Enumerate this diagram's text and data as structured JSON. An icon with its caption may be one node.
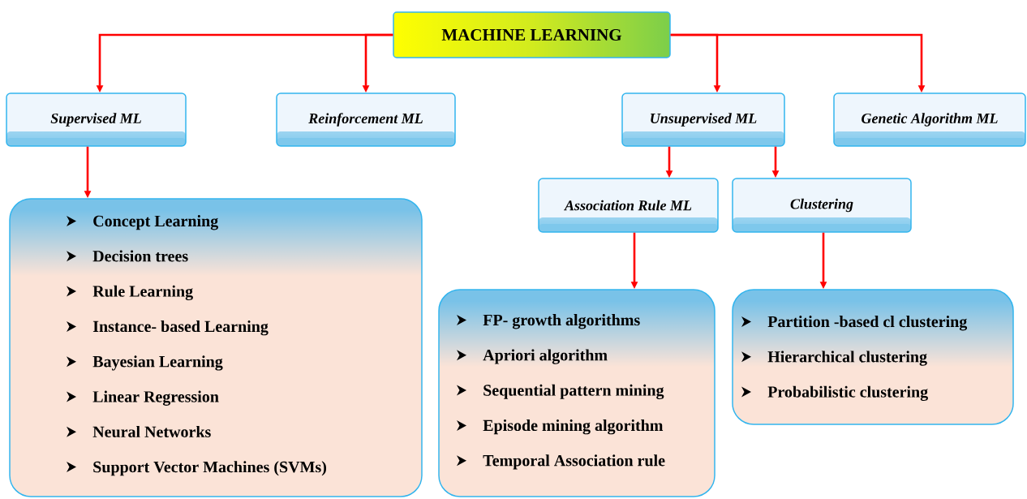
{
  "diagram": {
    "nodes": [
      {
        "text": [
          "MACHINE LEARNING"
        ]
      },
      {
        "text": [
          "Supervised ML"
        ]
      },
      {
        "text": [
          "Reinforcement ML"
        ]
      },
      {
        "text": [
          "Unsupervised ML"
        ]
      },
      {
        "text": [
          "Genetic Algorithm ML"
        ]
      },
      {
        "text": [
          "Association Rule ML"
        ]
      },
      {
        "text": [
          "Clustering"
        ]
      },
      {
        "text": [
          "Concept Learning",
          "Decision trees",
          "Rule Learning",
          "Instance- based Learning",
          "Bayesian Learning",
          "Linear Regression",
          "Neural Networks",
          "Support Vector Machines (SVMs)"
        ]
      },
      {
        "text": [
          "FP- growth algorithms",
          "Apriori algorithm",
          "Sequential pattern mining",
          "Episode mining algorithm",
          "Temporal Association rule"
        ]
      },
      {
        "text": [
          "Partition -based cl clustering",
          "Hierarchical clustering",
          "Probabilistic clustering"
        ]
      }
    ],
    "edges": [
      {
        "from": 0,
        "to": 1,
        "arrow": "to"
      },
      {
        "from": 0,
        "to": 2,
        "arrow": "to"
      },
      {
        "from": 0,
        "to": 3,
        "arrow": "to"
      },
      {
        "from": 0,
        "to": 4,
        "arrow": "to"
      },
      {
        "from": 1,
        "to": 7,
        "arrow": "to"
      },
      {
        "from": 3,
        "to": 5,
        "arrow": "to"
      },
      {
        "from": 3,
        "to": 6,
        "arrow": "to"
      },
      {
        "from": 5,
        "to": 8,
        "arrow": "to"
      },
      {
        "from": 6,
        "to": 9,
        "arrow": "to"
      }
    ]
  }
}
